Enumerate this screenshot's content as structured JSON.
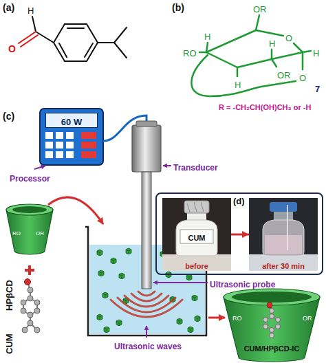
{
  "diagram": {
    "nodes": [
      {
        "text": [
          "60 W"
        ]
      },
      {
        "text": [
          "(d)"
        ]
      },
      {
        "text": [
          "CUM",
          "before"
        ],
        "in": 1
      },
      {
        "text": [
          "after 30 min"
        ],
        "in": 1
      }
    ],
    "edges": [
      {
        "from": 2,
        "to": 3,
        "arrow": "to"
      }
    ],
    "labels": [
      "(a)",
      "H",
      "O",
      "(b)",
      "OR",
      "O",
      "H",
      "RO",
      "H",
      "H",
      "OR",
      "H",
      "O",
      "7",
      "R = -CH₂CH(OH)CH₃ or -H",
      "(c)",
      "Processor",
      "Transducer",
      "HPβCD",
      "RO",
      "OR",
      "CUM",
      "Ultrasonic probe",
      "Ultrasonic waves",
      "RO",
      "OR",
      "CUM/HPβCD-IC"
    ]
  }
}
